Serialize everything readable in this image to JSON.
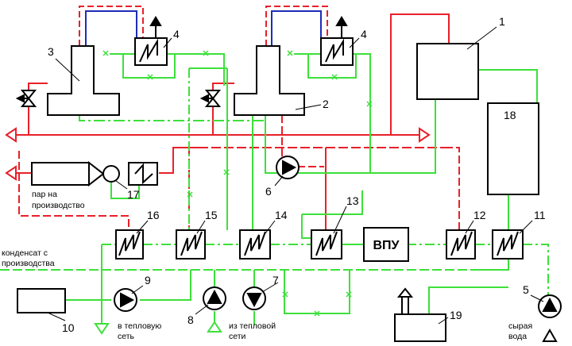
{
  "numbers": {
    "n1": "1",
    "n2": "2",
    "n3": "3",
    "n4a": "4",
    "n4b": "4",
    "n5": "5",
    "n6": "6",
    "n7": "7",
    "n8": "8",
    "n9": "9",
    "n10": "10",
    "n11": "11",
    "n12": "12",
    "n13": "13",
    "n14": "14",
    "n15": "15",
    "n16": "16",
    "n17": "17",
    "n18": "18",
    "n19": "19"
  },
  "labels": {
    "vpu": "ВПУ",
    "steam_line1": "пар на",
    "steam_line2": "производство",
    "condensate_line1": "конденсат с",
    "condensate_line2": "производства",
    "to_network_line1": "в тепловую",
    "to_network_line2": "сеть",
    "from_network_line1": "из тепловой",
    "from_network_line2": "сети",
    "raw_water_line1": "сырая",
    "raw_water_line2": "вода"
  },
  "colors": {
    "steam": "#e8202a",
    "water": "#3de03a",
    "cooling": "#1f2db8",
    "outline": "#000000"
  }
}
